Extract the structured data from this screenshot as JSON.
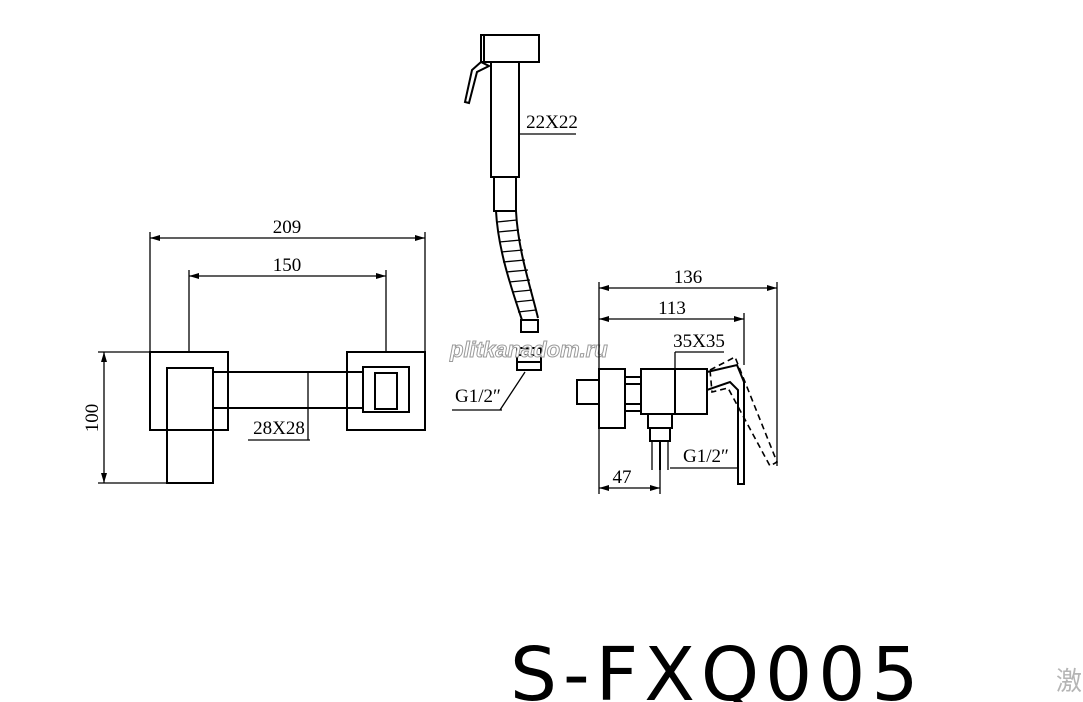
{
  "model_number": "S-FXQ005",
  "watermark": "plitkanadom.ru",
  "corner_glyph": "激",
  "dimensions": {
    "total_width": "209",
    "inner_width": "150",
    "height": "100",
    "bar_section": "28X28",
    "handset_section": "22X22",
    "hose_thread": "G1/2″",
    "depth_total": "136",
    "depth_body": "113",
    "body_section": "35X35",
    "outlet_thread": "G1/2″",
    "outlet_offset": "47"
  }
}
